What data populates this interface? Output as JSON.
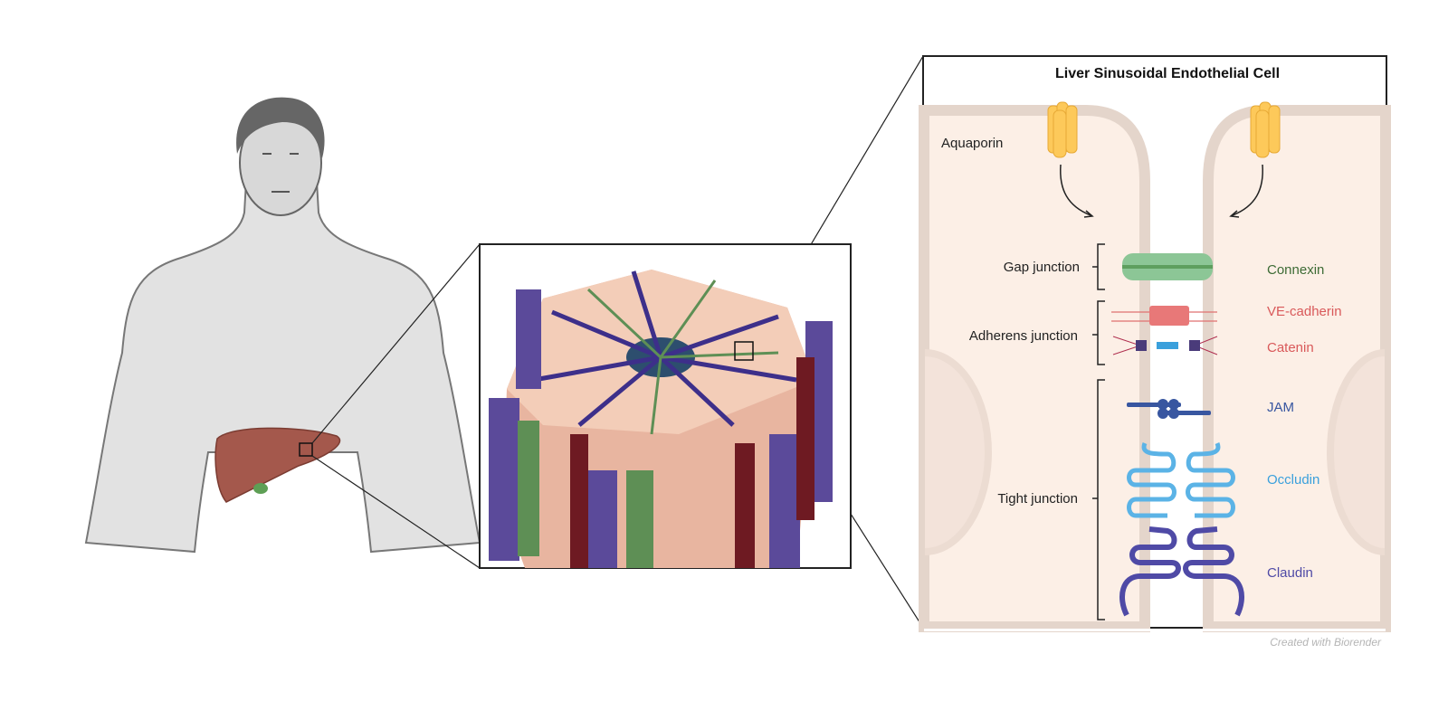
{
  "panel": {
    "title": "Liver Sinusoidal Endothelial Cell",
    "left_labels": {
      "aquaporin": "Aquaporin",
      "gap_junction": "Gap junction",
      "adherens_junction": "Adherens junction",
      "tight_junction": "Tight junction"
    },
    "proteins": [
      {
        "label": "Connexin",
        "color": "#3d6b35"
      },
      {
        "label": "VE-cadherin",
        "color": "#d9595a"
      },
      {
        "label": "Catenin",
        "color": "#d9595a"
      },
      {
        "label": "JAM",
        "color": "#3856a0"
      },
      {
        "label": "Occludin",
        "color": "#3aa0dc"
      },
      {
        "label": "Claudin",
        "color": "#4f4aa6"
      }
    ]
  },
  "credit": "Created with Biorender",
  "colors": {
    "liver": "#a4584c",
    "cell": "#fcefe6",
    "membrane": "#e4d5cb",
    "portal": "#5b4a9a",
    "artery": "#6e1a22",
    "bile": "#5e8f55"
  }
}
